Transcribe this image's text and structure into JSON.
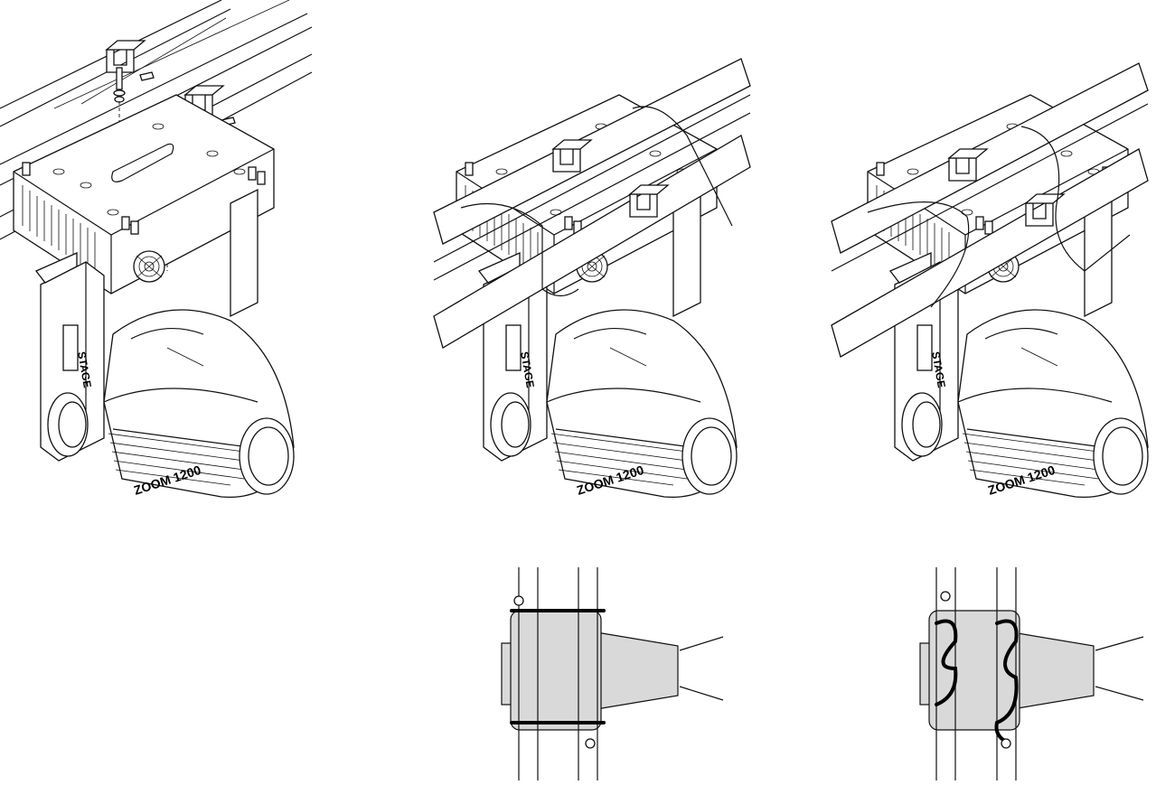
{
  "labels": {
    "brand": "STAGE",
    "model": "ZOOM 1200"
  },
  "panels": [
    {
      "view": "exploded-mount"
    },
    {
      "view": "mounted-with-safety-cable"
    },
    {
      "view": "mounted-with-wrapped-cable"
    }
  ],
  "details": [
    {
      "view": "straight-cable-detail"
    },
    {
      "view": "wrapped-cable-detail"
    }
  ],
  "colors": {
    "line": "#111111",
    "shade": "#d9d9d9",
    "background": "#ffffff"
  }
}
